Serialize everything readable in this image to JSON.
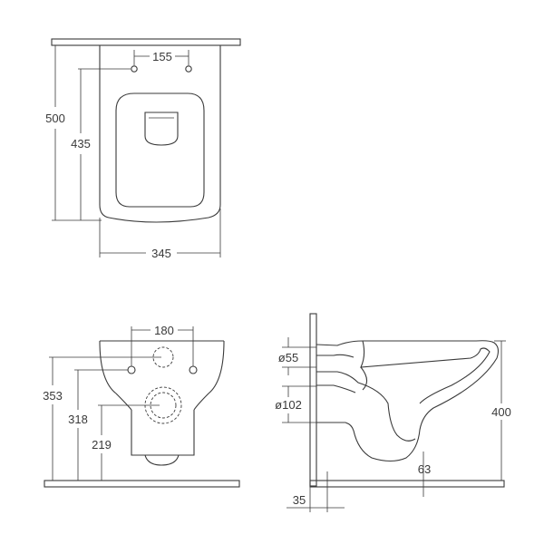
{
  "top_view": {
    "width_label": "345",
    "height_label": "500",
    "inner_height_label": "435",
    "hole_spacing_label": "155"
  },
  "front_view": {
    "hole_spacing_label": "180",
    "height_353_label": "353",
    "height_318_label": "318",
    "height_219_label": "219"
  },
  "side_view": {
    "diam_55_label": "ø55",
    "diam_102_label": "ø102",
    "height_400_label": "400",
    "offset_63_label": "63",
    "offset_35_label": "35"
  }
}
